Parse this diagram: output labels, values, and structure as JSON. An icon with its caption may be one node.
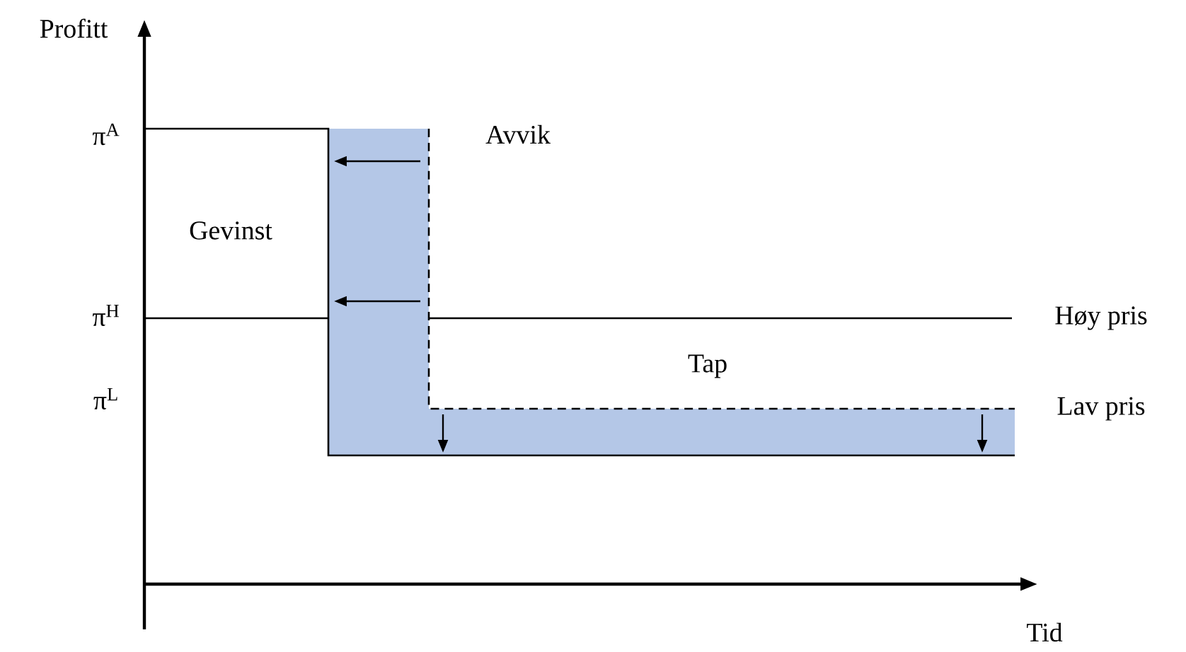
{
  "diagram": {
    "labels": [
      "Profitt",
      "π$^{A}$",
      "Avvik",
      "Gevinst",
      "π$^{H}$",
      "Høy pris",
      "Tap",
      "π$^{L}$",
      "Lav pris",
      "Tid"
    ]
  }
}
